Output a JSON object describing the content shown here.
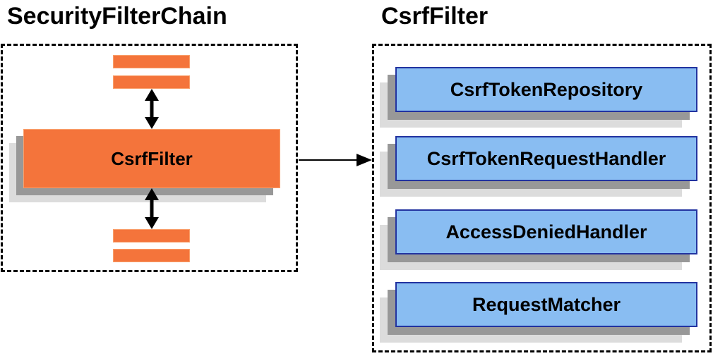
{
  "diagram": {
    "left_panel": {
      "title": "SecurityFilterChain",
      "filter_label": "CsrfFilter",
      "top_placeholder_bars": 2,
      "bottom_placeholder_bars": 2
    },
    "right_panel": {
      "title": "CsrfFilter",
      "components": [
        "CsrfTokenRepository",
        "CsrfTokenRequestHandler",
        "AccessDeniedHandler",
        "RequestMatcher"
      ]
    },
    "colors": {
      "filter_orange": "#F4743B",
      "filter_orange_border": "#F9A06C",
      "component_blue": "#89BDF2",
      "component_blue_border": "#2233A0",
      "shadow_dark": "#989898",
      "shadow_light": "#DCDCDC",
      "arrow_and_border": "#000000",
      "background": "#FFFFFF"
    }
  }
}
